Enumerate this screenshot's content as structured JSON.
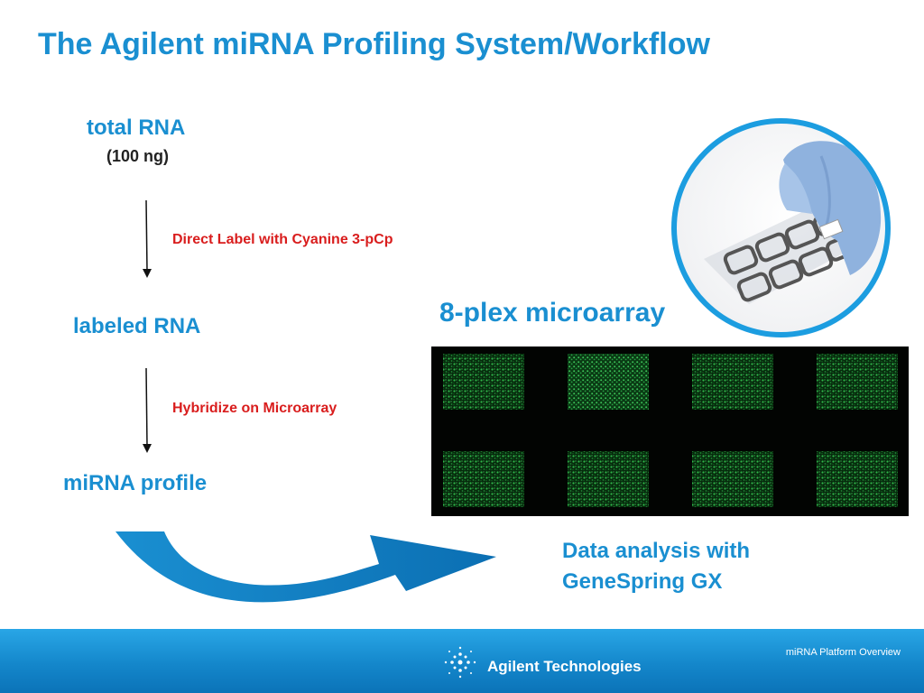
{
  "title": "The Agilent miRNA Profiling System/Workflow",
  "workflow": {
    "step1": {
      "label": "total RNA",
      "sub": "(100 ng)"
    },
    "action1": "Direct Label with Cyanine 3-pCp",
    "step2": {
      "label": "labeled RNA"
    },
    "action2": "Hybridize on Microarray",
    "step3": {
      "label": "miRNA profile"
    }
  },
  "microarray": {
    "label": "8-plex microarray"
  },
  "analysis": {
    "line1": "Data analysis with",
    "line2": "GeneSpring GX"
  },
  "footer": {
    "brand": "Agilent Technologies",
    "slide_label": "miRNA Platform Overview"
  },
  "colors": {
    "accent": "#1a8fd1",
    "action": "#d91d1d",
    "footer": "#1487cb"
  }
}
